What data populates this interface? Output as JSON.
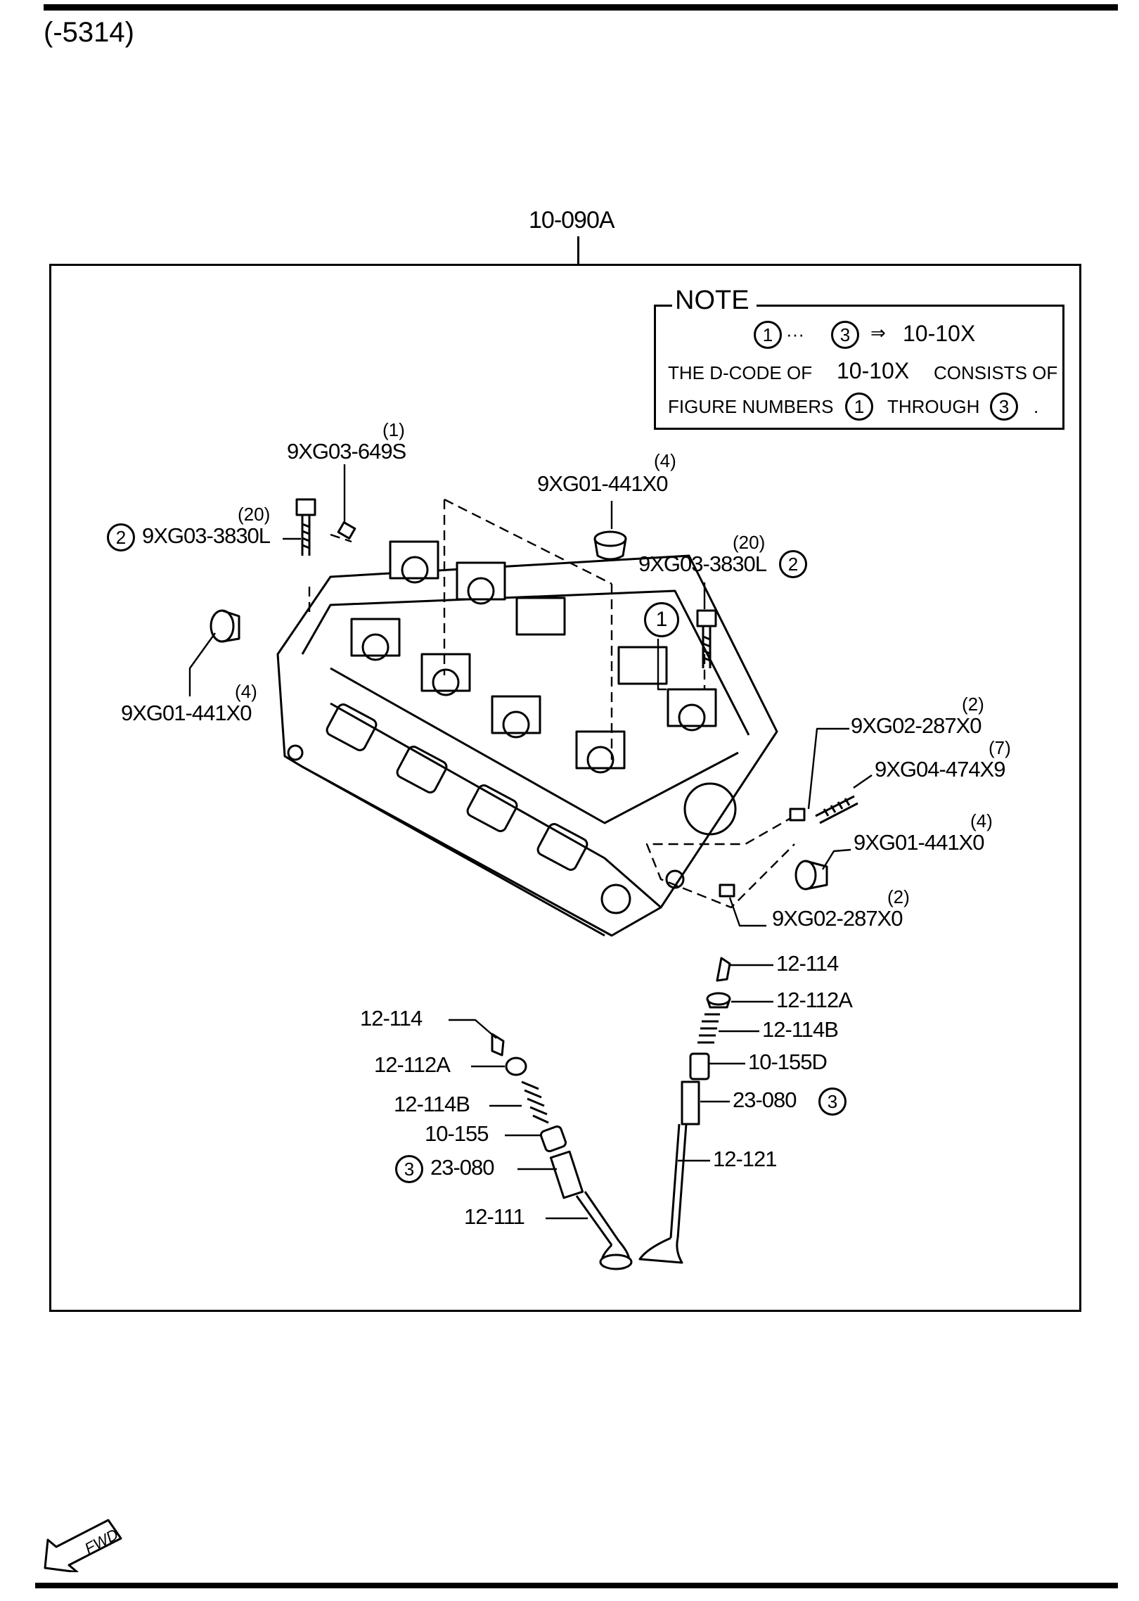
{
  "page": {
    "code": "(-5314)"
  },
  "assembly": {
    "part": "10-090A"
  },
  "note": {
    "title": "NOTE",
    "ref_from": "1",
    "ref_dots": "···",
    "ref_to": "3",
    "ref_arrow": "⇒",
    "ref_code": "10-10X",
    "line2_pre": "THE D-CODE OF",
    "line2_code": "10-10X",
    "line2_post": "CONSISTS OF",
    "line3_pre": "FIGURE NUMBERS",
    "line3_num1": "1",
    "line3_mid": "THROUGH",
    "line3_num2": "3",
    "line3_end": "."
  },
  "callouts": {
    "c1_part": "9XG03-649S",
    "c1_qty": "(1)",
    "c2_part": "9XG01-441X0",
    "c2_qty": "(4)",
    "c3_part": "9XG03-3830L",
    "c3_qty": "(20)",
    "c3_ref": "2",
    "c4_part": "9XG03-3830L",
    "c4_qty": "(20)",
    "c4_ref": "2",
    "c5_ref": "1",
    "c6_part": "9XG01-441X0",
    "c6_qty": "(4)",
    "c7_part": "9XG02-287X0",
    "c7_qty": "(2)",
    "c8_part": "9XG04-474X9",
    "c8_qty": "(7)",
    "c9_part": "9XG01-441X0",
    "c9_qty": "(4)",
    "c10_part": "9XG02-287X0",
    "c10_qty": "(2)"
  },
  "valves_right": {
    "keeper": "12-114",
    "retainer": "12-112A",
    "spring": "12-114B",
    "seal": "10-155D",
    "guide": "23-080",
    "guide_ref": "3",
    "valve": "12-121"
  },
  "valves_left": {
    "keeper": "12-114",
    "retainer": "12-112A",
    "spring": "12-114B",
    "seal": "10-155",
    "guide": "23-080",
    "guide_ref": "3",
    "valve": "12-111"
  },
  "fwd": {
    "label": "FWD"
  }
}
